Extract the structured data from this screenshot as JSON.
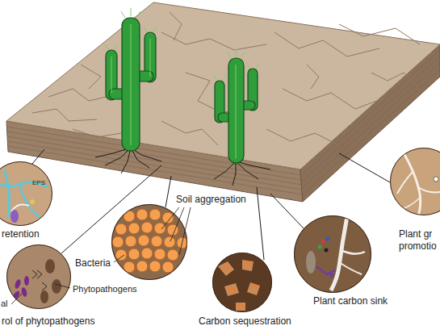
{
  "diagram": {
    "nodes": [
      {
        "text": [
          "EPS",
          "retention"
        ]
      },
      {
        "text": [
          "rol of phytopathogens"
        ]
      },
      {
        "text": [
          "Soil aggregation"
        ]
      },
      {
        "text": [
          "Carbon sequestration"
        ]
      },
      {
        "text": [
          "Plant carbon sink"
        ]
      },
      {
        "text": [
          "Plant gr promotio"
        ]
      }
    ],
    "labels": [
      "al",
      "Phytopathogens",
      "Bacteria"
    ]
  }
}
